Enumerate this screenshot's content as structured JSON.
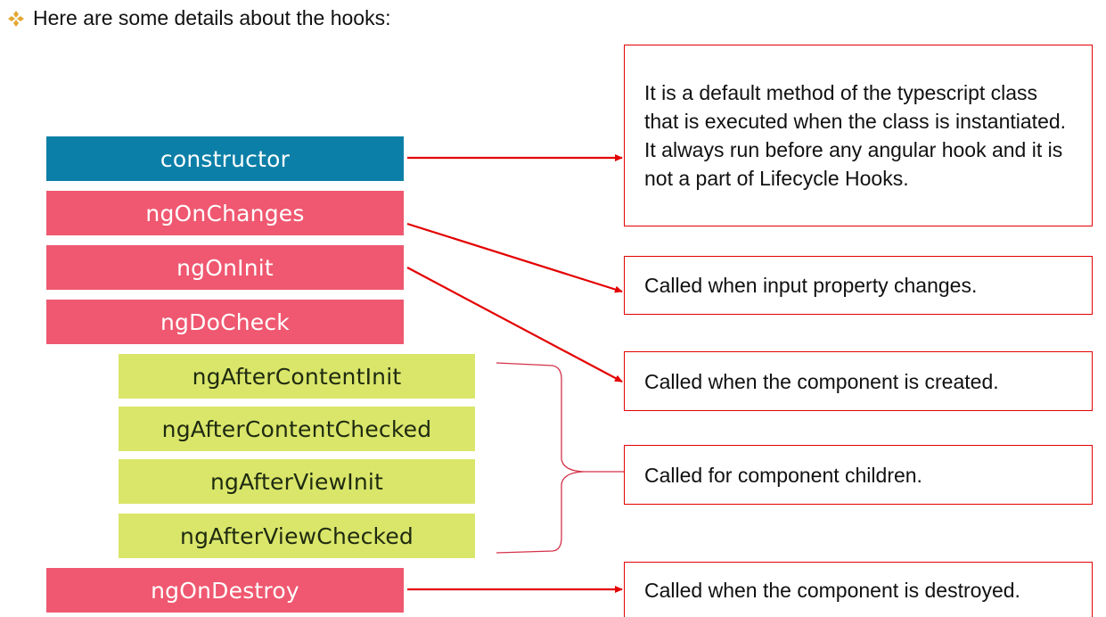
{
  "heading": {
    "text": "Here are some details about the hooks:",
    "bullet_icon": "diamond-bullet-icon"
  },
  "hooks": [
    {
      "label": "constructor",
      "color": "#0b7fa7"
    },
    {
      "label": "ngOnChanges",
      "color": "#ef5870"
    },
    {
      "label": "ngOnInit",
      "color": "#ef5870"
    },
    {
      "label": "ngDoCheck",
      "color": "#ef5870"
    },
    {
      "label": "ngAfterContentInit",
      "color": "#d9e66a"
    },
    {
      "label": "ngAfterContentChecked",
      "color": "#d9e66a"
    },
    {
      "label": "ngAfterViewInit",
      "color": "#d9e66a"
    },
    {
      "label": "ngAfterViewChecked",
      "color": "#d9e66a"
    },
    {
      "label": "ngOnDestroy",
      "color": "#ef5870"
    }
  ],
  "descriptions": {
    "constructor": {
      "line1": "It is a default method of the typescript class that is executed when the class is instantiated.",
      "line2": "It always run before any angular hook and it is not a part of Lifecycle Hooks."
    },
    "on_changes": "Called when input property changes.",
    "on_init": "Called when the component is created.",
    "children": "Called for component children.",
    "on_destroy": "Called when the component is destroyed."
  },
  "colors": {
    "arrow": "#e30000",
    "bracket": "#d4324a",
    "bullet": "#e3a832"
  }
}
